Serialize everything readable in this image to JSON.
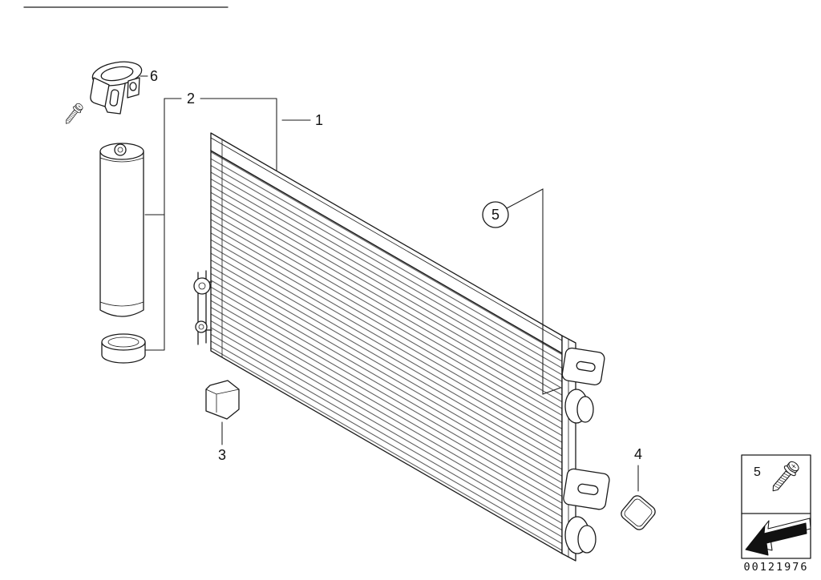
{
  "page": {
    "background_color": "#ffffff",
    "line_color": "#1a1a1a",
    "part_number": "00121976"
  },
  "callouts": {
    "item1": "1",
    "item2": "2",
    "item3": "3",
    "item4": "4",
    "item5": "5",
    "item6": "6"
  },
  "legend": {
    "item_number": "5",
    "icons": [
      "screw-icon",
      "direction-arrow-icon"
    ]
  }
}
